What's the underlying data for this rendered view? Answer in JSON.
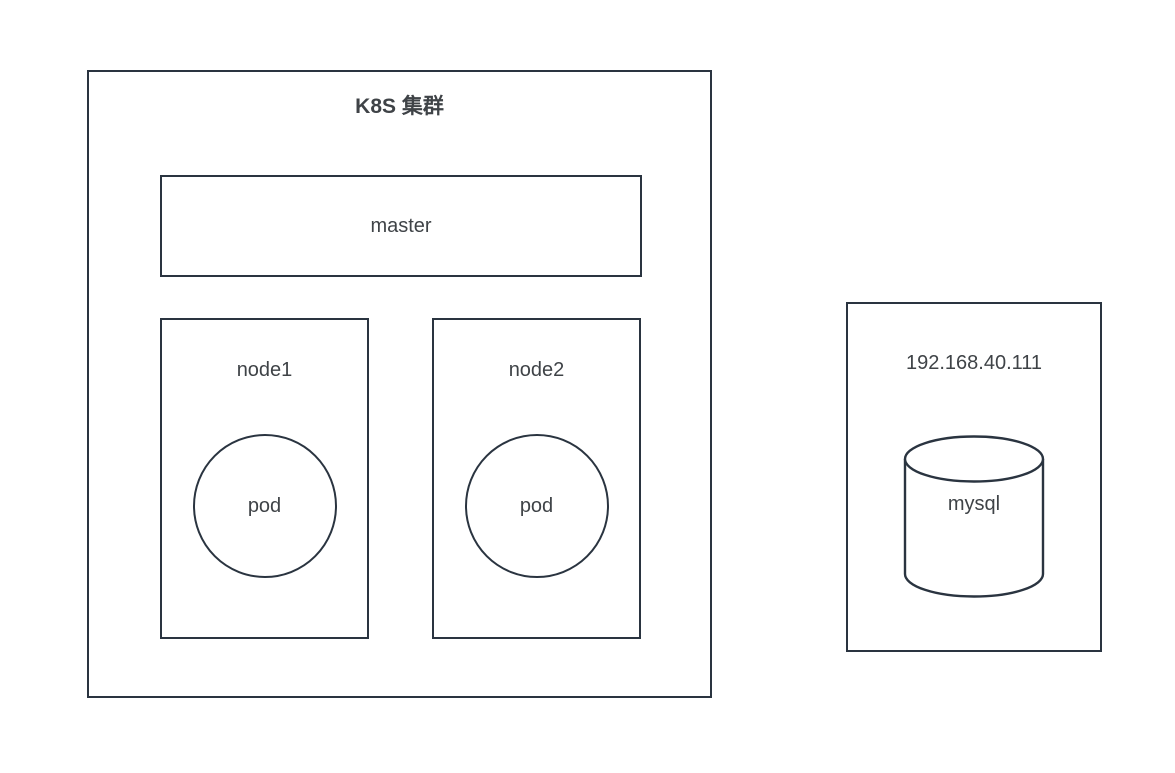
{
  "diagram": {
    "cluster": {
      "label": "K8S 集群",
      "master": {
        "label": "master"
      },
      "nodes": [
        {
          "label": "node1",
          "pod": {
            "label": "pod"
          }
        },
        {
          "label": "node2",
          "pod": {
            "label": "pod"
          }
        }
      ]
    },
    "host": {
      "label": "192.168.40.111",
      "database": {
        "label": "mysql",
        "shape": "cylinder-icon"
      }
    },
    "colors": {
      "stroke": "#2a3440",
      "text": "#3f4347",
      "canvas": "#ffffff"
    }
  }
}
